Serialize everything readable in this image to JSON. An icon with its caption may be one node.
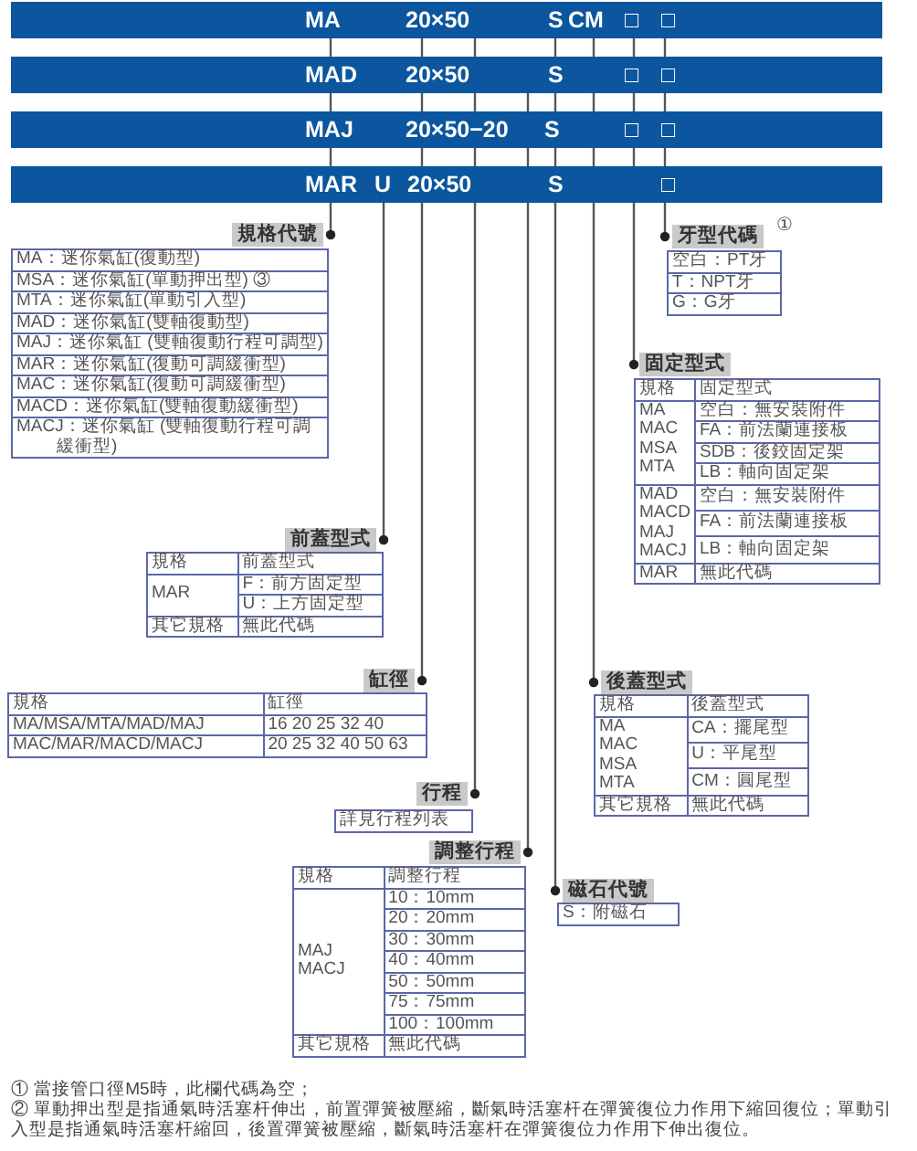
{
  "diagram": {
    "nodes": [
      {
        "text": [
          "MA",
          "20×50",
          "S",
          "CM",
          "□",
          "□"
        ]
      },
      {
        "text": [
          "MAD",
          "20×50",
          "S",
          "□",
          "□"
        ]
      },
      {
        "text": [
          "MAJ",
          "20×50−20",
          "S",
          "□",
          "□"
        ]
      },
      {
        "text": [
          "MAR",
          "U",
          "20×50",
          "S",
          "□"
        ]
      },
      {
        "text": [
          "規格代號"
        ]
      },
      {
        "text": [
          "牙型代碼"
        ],
        "beside": [
          "①"
        ]
      },
      {
        "text": [
          "固定型式"
        ]
      },
      {
        "text": [
          "前蓋型式"
        ]
      },
      {
        "text": [
          "缸徑"
        ]
      },
      {
        "text": [
          "後蓋型式"
        ]
      },
      {
        "text": [
          "行程"
        ]
      },
      {
        "text": [
          "調整行程"
        ]
      },
      {
        "text": [
          "磁石代號"
        ]
      }
    ],
    "edges": [
      {
        "from": 0,
        "to": 4,
        "arrow": "other"
      },
      {
        "from": 0,
        "to": 5,
        "arrow": "other"
      },
      {
        "from": 0,
        "to": 6,
        "arrow": "other"
      },
      {
        "from": 3,
        "to": 7,
        "arrow": "other"
      },
      {
        "from": 0,
        "to": 8,
        "arrow": "other"
      },
      {
        "from": 0,
        "to": 9,
        "arrow": "other"
      },
      {
        "from": 0,
        "to": 10,
        "arrow": "other"
      },
      {
        "from": 1,
        "to": 11,
        "arrow": "other"
      },
      {
        "from": 0,
        "to": 12,
        "arrow": "other"
      }
    ],
    "labels": [
      "MA：迷你氣缸(復動型)",
      "MSA：迷你氣缸(單動押出型) ③",
      "MTA：迷你氣缸(單動引入型)",
      "MAD：迷你氣缸(雙軸復動型)",
      "MAJ：迷你氣缸 (雙軸復動行程可調型)",
      "MAR：迷你氣缸(復動可調緩衝型)",
      "MAC：迷你氣缸(復動可調緩衝型)",
      "MACD：迷你氣缸(雙軸復動緩衝型)",
      "MACJ：迷你氣缸 (雙軸復動行程可調緩衝型)",
      "空白：PT牙",
      "T：NPT牙",
      "G：G牙",
      "規格",
      "固定型式",
      "MA MAC MSA MTA",
      "空白：無安裝附件",
      "FA：前法蘭連接板",
      "SDB：後鉸固定架",
      "LB：軸向固定架",
      "MAD MACD MAJ MACJ",
      "空白：無安裝附件",
      "FA：前法蘭連接板",
      "LB：軸向固定架",
      "MAR",
      "無此代碼",
      "規格",
      "前蓋型式",
      "MAR",
      "F：前方固定型",
      "U：上方固定型",
      "其它規格",
      "無此代碼",
      "規格",
      "缸徑",
      "MA/MSA/MTA/MAD/MAJ",
      "16 20 25 32 40",
      "MAC/MAR/MACD/MACJ",
      "20 25 32 40 50 63",
      "規格",
      "後蓋型式",
      "MA MAC MSA MTA",
      "CA：擺尾型",
      "U：平尾型",
      "CM：圓尾型",
      "其它規格",
      "無此代碼",
      "詳見行程列表",
      "規格",
      "調整行程",
      "MAJ MACJ",
      "10：10mm",
      "20：20mm",
      "30：30mm",
      "40：40mm",
      "50：50mm",
      "75：75mm",
      "100：100mm",
      "其它規格",
      "無此代碼",
      "S：附磁石",
      "① 當接管口徑M5時，此欄代碼為空；",
      "② 單動押出型是指通氣時活塞杆伸出，前置彈簧被壓縮，斷氣時活塞杆在彈簧復位力作用下縮回復位；單動引入型是指通氣時活塞杆縮回，後置彈簧被壓縮，斷氣時活塞杆在彈簧復位力作用下伸出復位。"
    ]
  }
}
